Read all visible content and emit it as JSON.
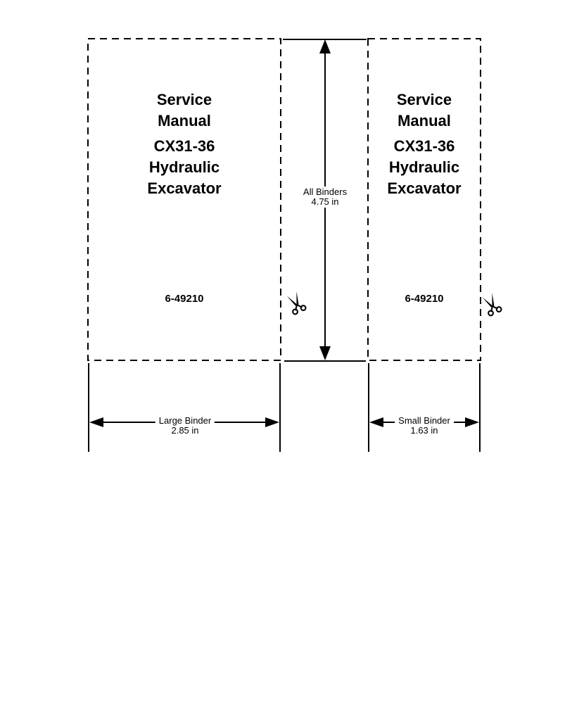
{
  "page": {
    "background_color": "#ffffff",
    "ink_color": "#000000",
    "description": "Binder spine label cut-out template page"
  },
  "binder_labels": {
    "large": {
      "title_lines": [
        "Service",
        "Manual"
      ],
      "model_lines": [
        "CX31-36",
        "Hydraulic",
        "Excavator"
      ],
      "part_number": "6-49210"
    },
    "small": {
      "title_lines": [
        "Service",
        "Manual"
      ],
      "model_lines": [
        "CX31-36",
        "Hydraulic",
        "Excavator"
      ],
      "part_number": "6-49210"
    }
  },
  "dimensions": {
    "all_binders": {
      "label": "All Binders",
      "value": "4.75 in"
    },
    "large_binder": {
      "label": "Large Binder",
      "value": "2.85 in"
    },
    "small_binder": {
      "label": "Small Binder",
      "value": "1.63 in"
    }
  },
  "icons": {
    "scissors": "✂"
  }
}
